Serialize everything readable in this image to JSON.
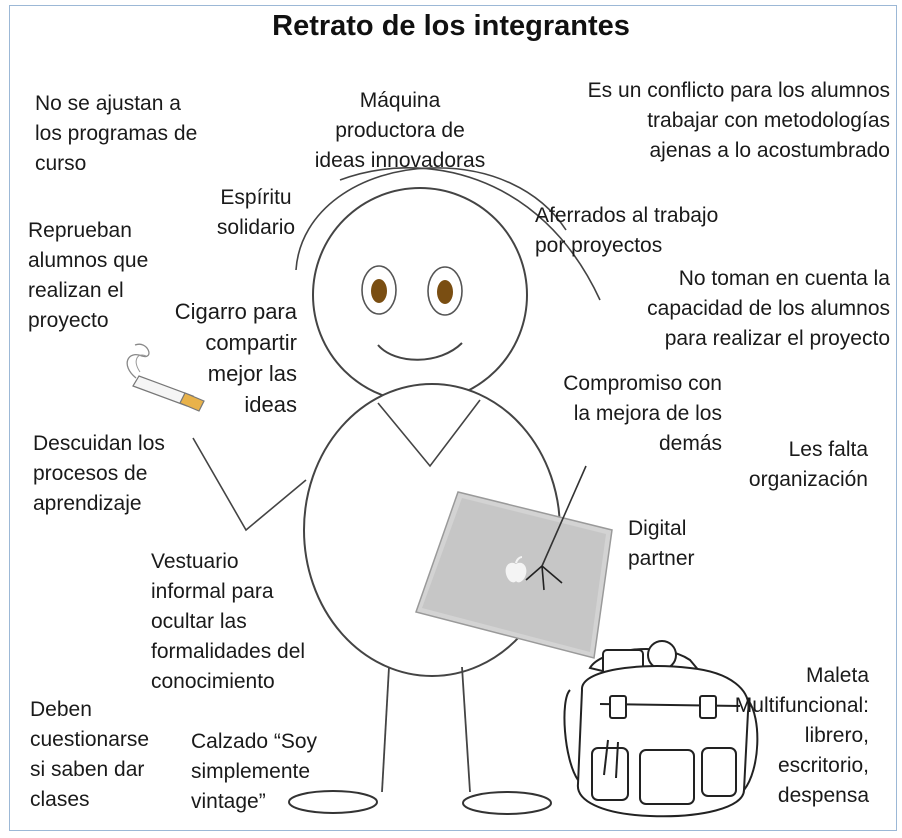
{
  "title": "Retrato de los integrantes",
  "labels": {
    "no_se_ajustan": [
      "No se ajustan a",
      "los programas de",
      "curso"
    ],
    "maquina": [
      "Máquina",
      "productora de",
      "ideas innovadoras"
    ],
    "conflicto": [
      "Es un conflicto para los alumnos",
      "trabajar con metodologías",
      "ajenas a lo acostumbrado"
    ],
    "espiritu": [
      "Espíritu",
      "solidario"
    ],
    "aferrados": [
      "Aferrados al trabajo",
      "por proyectos"
    ],
    "reprueban": [
      "Reprueban",
      "alumnos que",
      "realizan el",
      "proyecto"
    ],
    "no_toman": [
      "No toman en cuenta la",
      "capacidad de los alumnos",
      "para realizar el proyecto"
    ],
    "cigarro": [
      "Cigarro para",
      "compartir",
      "mejor las",
      "ideas"
    ],
    "compromiso": [
      "Compromiso con",
      "la mejora de los",
      "demás"
    ],
    "les_falta": [
      "Les falta",
      "organización"
    ],
    "descuidan": [
      "Descuidan los",
      "procesos de",
      "aprendizaje"
    ],
    "digital": [
      "Digital",
      "partner"
    ],
    "vestuario": [
      "Vestuario",
      "informal para",
      "ocultar las",
      "formalidades del",
      "conocimiento"
    ],
    "maleta": [
      "Maleta",
      "Multifuncional:",
      "librero,",
      "escritorio,",
      "despensa"
    ],
    "deben": [
      "Deben",
      "cuestionarse",
      "si saben dar",
      "clases"
    ],
    "calzado": [
      "Calzado “Soy",
      "simplemente",
      "vintage”"
    ]
  },
  "colors": {
    "frame_border": "#9cb8d6",
    "eye_iris": "#7a4e12",
    "laptop": "#cfcfcf",
    "cigarette_filter": "#e8b24a"
  },
  "icons": [
    "cigarette-icon",
    "laptop-icon",
    "apple-logo-icon",
    "backpack-icon"
  ]
}
